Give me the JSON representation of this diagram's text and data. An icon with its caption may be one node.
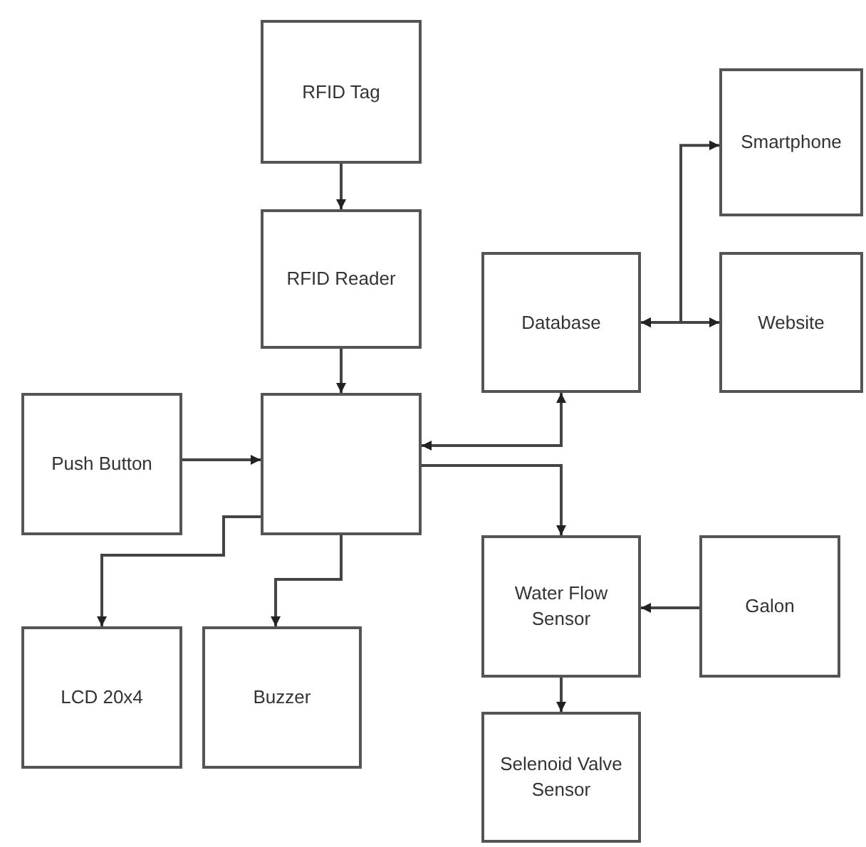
{
  "diagram": {
    "nodes": [
      {
        "text": [
          "RFID Tag"
        ]
      },
      {
        "text": [
          "RFID Reader"
        ]
      },
      {
        "text": [
          "Smartphone"
        ]
      },
      {
        "text": [
          "Database"
        ]
      },
      {
        "text": [
          "Website"
        ]
      },
      {
        "text": [
          "Push Button"
        ]
      },
      {
        "text": [],
        "shape": "box"
      },
      {
        "text": [
          "Water Flow Sensor"
        ]
      },
      {
        "text": [
          "Galon"
        ]
      },
      {
        "text": [
          "LCD 20x4"
        ]
      },
      {
        "text": [
          "Buzzer"
        ]
      },
      {
        "text": [
          "Selenoid Valve Sensor"
        ]
      }
    ],
    "edges": [
      {
        "from": 0,
        "to": 1,
        "arrow": "to"
      },
      {
        "from": 1,
        "to": 6,
        "arrow": "to"
      },
      {
        "from": 3,
        "to": 2,
        "arrow": "both"
      },
      {
        "from": 3,
        "to": 4,
        "arrow": "both"
      },
      {
        "from": 5,
        "to": 6,
        "arrow": "to"
      },
      {
        "from": 6,
        "to": 3,
        "arrow": "both"
      },
      {
        "from": 6,
        "to": 7,
        "arrow": "to"
      },
      {
        "from": 8,
        "to": 7,
        "arrow": "to"
      },
      {
        "from": 6,
        "to": 9,
        "arrow": "to"
      },
      {
        "from": 6,
        "to": 10,
        "arrow": "to"
      },
      {
        "from": 7,
        "to": 11,
        "arrow": "to"
      }
    ]
  }
}
